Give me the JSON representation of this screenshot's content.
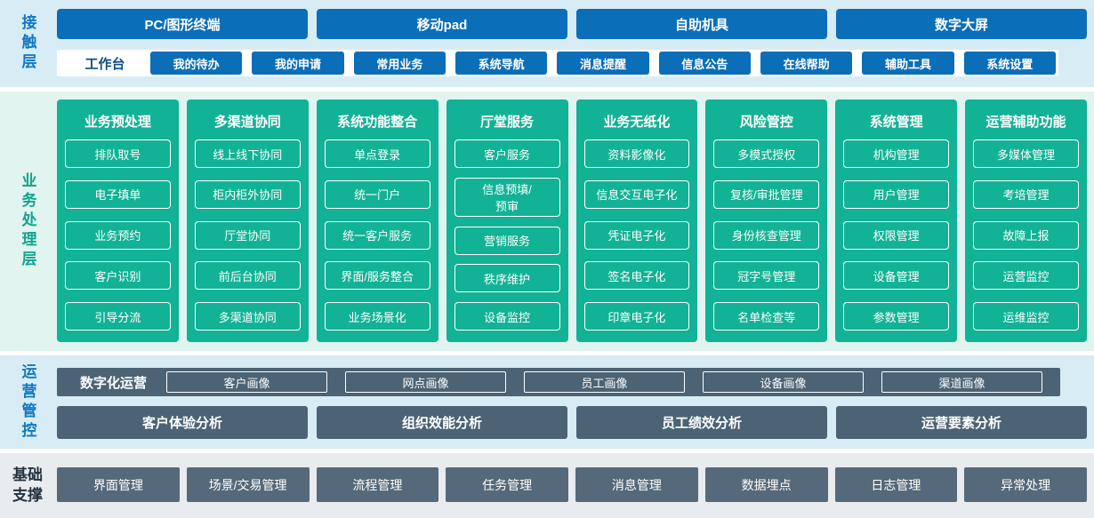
{
  "colors": {
    "blue": "#0b6eb8",
    "blue-dark": "#0d4e86",
    "teal": "#12b296",
    "teal-label": "#10a58c",
    "slate": "#4b6374",
    "foundation-box": "#56697a",
    "band-blue": "#d8ecf6",
    "band-green": "#e1f4ef",
    "band-gray": "#e8ecef",
    "label-blue": "#1177c0",
    "label-dark": "#24323f"
  },
  "layers": {
    "contact": {
      "label": "接触层",
      "terminals": [
        "PC/图形终端",
        "移动pad",
        "自助机具",
        "数字大屏"
      ],
      "workbench_label": "工作台",
      "workbench_items": [
        "我的待办",
        "我的申请",
        "常用业务",
        "系统导航",
        "消息提醒",
        "信息公告",
        "在线帮助",
        "辅助工具",
        "系统设置"
      ]
    },
    "business": {
      "label": "业务处理层",
      "columns": [
        {
          "title": "业务预处理",
          "items": [
            "排队取号",
            "电子填单",
            "业务预约",
            "客户识别",
            "引导分流"
          ]
        },
        {
          "title": "多渠道协同",
          "items": [
            "线上线下协同",
            "柜内柜外协同",
            "厅堂协同",
            "前后台协同",
            "多渠道协同"
          ]
        },
        {
          "title": "系统功能整合",
          "items": [
            "单点登录",
            "统一门户",
            "统一客户服务",
            "界面/服务整合",
            "业务场景化"
          ]
        },
        {
          "title": "厅堂服务",
          "items": [
            "客户服务",
            "信息预填/\n预审",
            "营销服务",
            "秩序维护",
            "设备监控"
          ]
        },
        {
          "title": "业务无纸化",
          "items": [
            "资料影像化",
            "信息交互电子化",
            "凭证电子化",
            "签名电子化",
            "印章电子化"
          ]
        },
        {
          "title": "风险管控",
          "items": [
            "多模式授权",
            "复核/审批管理",
            "身份核查管理",
            "冠字号管理",
            "名单检查等"
          ]
        },
        {
          "title": "系统管理",
          "items": [
            "机构管理",
            "用户管理",
            "权限管理",
            "设备管理",
            "参数管理"
          ]
        },
        {
          "title": "运营辅助功能",
          "items": [
            "多媒体管理",
            "考培管理",
            "故障上报",
            "运营监控",
            "运维监控"
          ]
        }
      ]
    },
    "operations": {
      "label": "运营管控",
      "digital_label": "数字化运营",
      "digital_items": [
        "客户画像",
        "网点画像",
        "员工画像",
        "设备画像",
        "渠道画像"
      ],
      "analysis_items": [
        "客户体验分析",
        "组织效能分析",
        "员工绩效分析",
        "运营要素分析"
      ]
    },
    "foundation": {
      "label": "基础支撑",
      "items": [
        "界面管理",
        "场景/交易管理",
        "流程管理",
        "任务管理",
        "消息管理",
        "数据埋点",
        "日志管理",
        "异常处理"
      ]
    }
  }
}
